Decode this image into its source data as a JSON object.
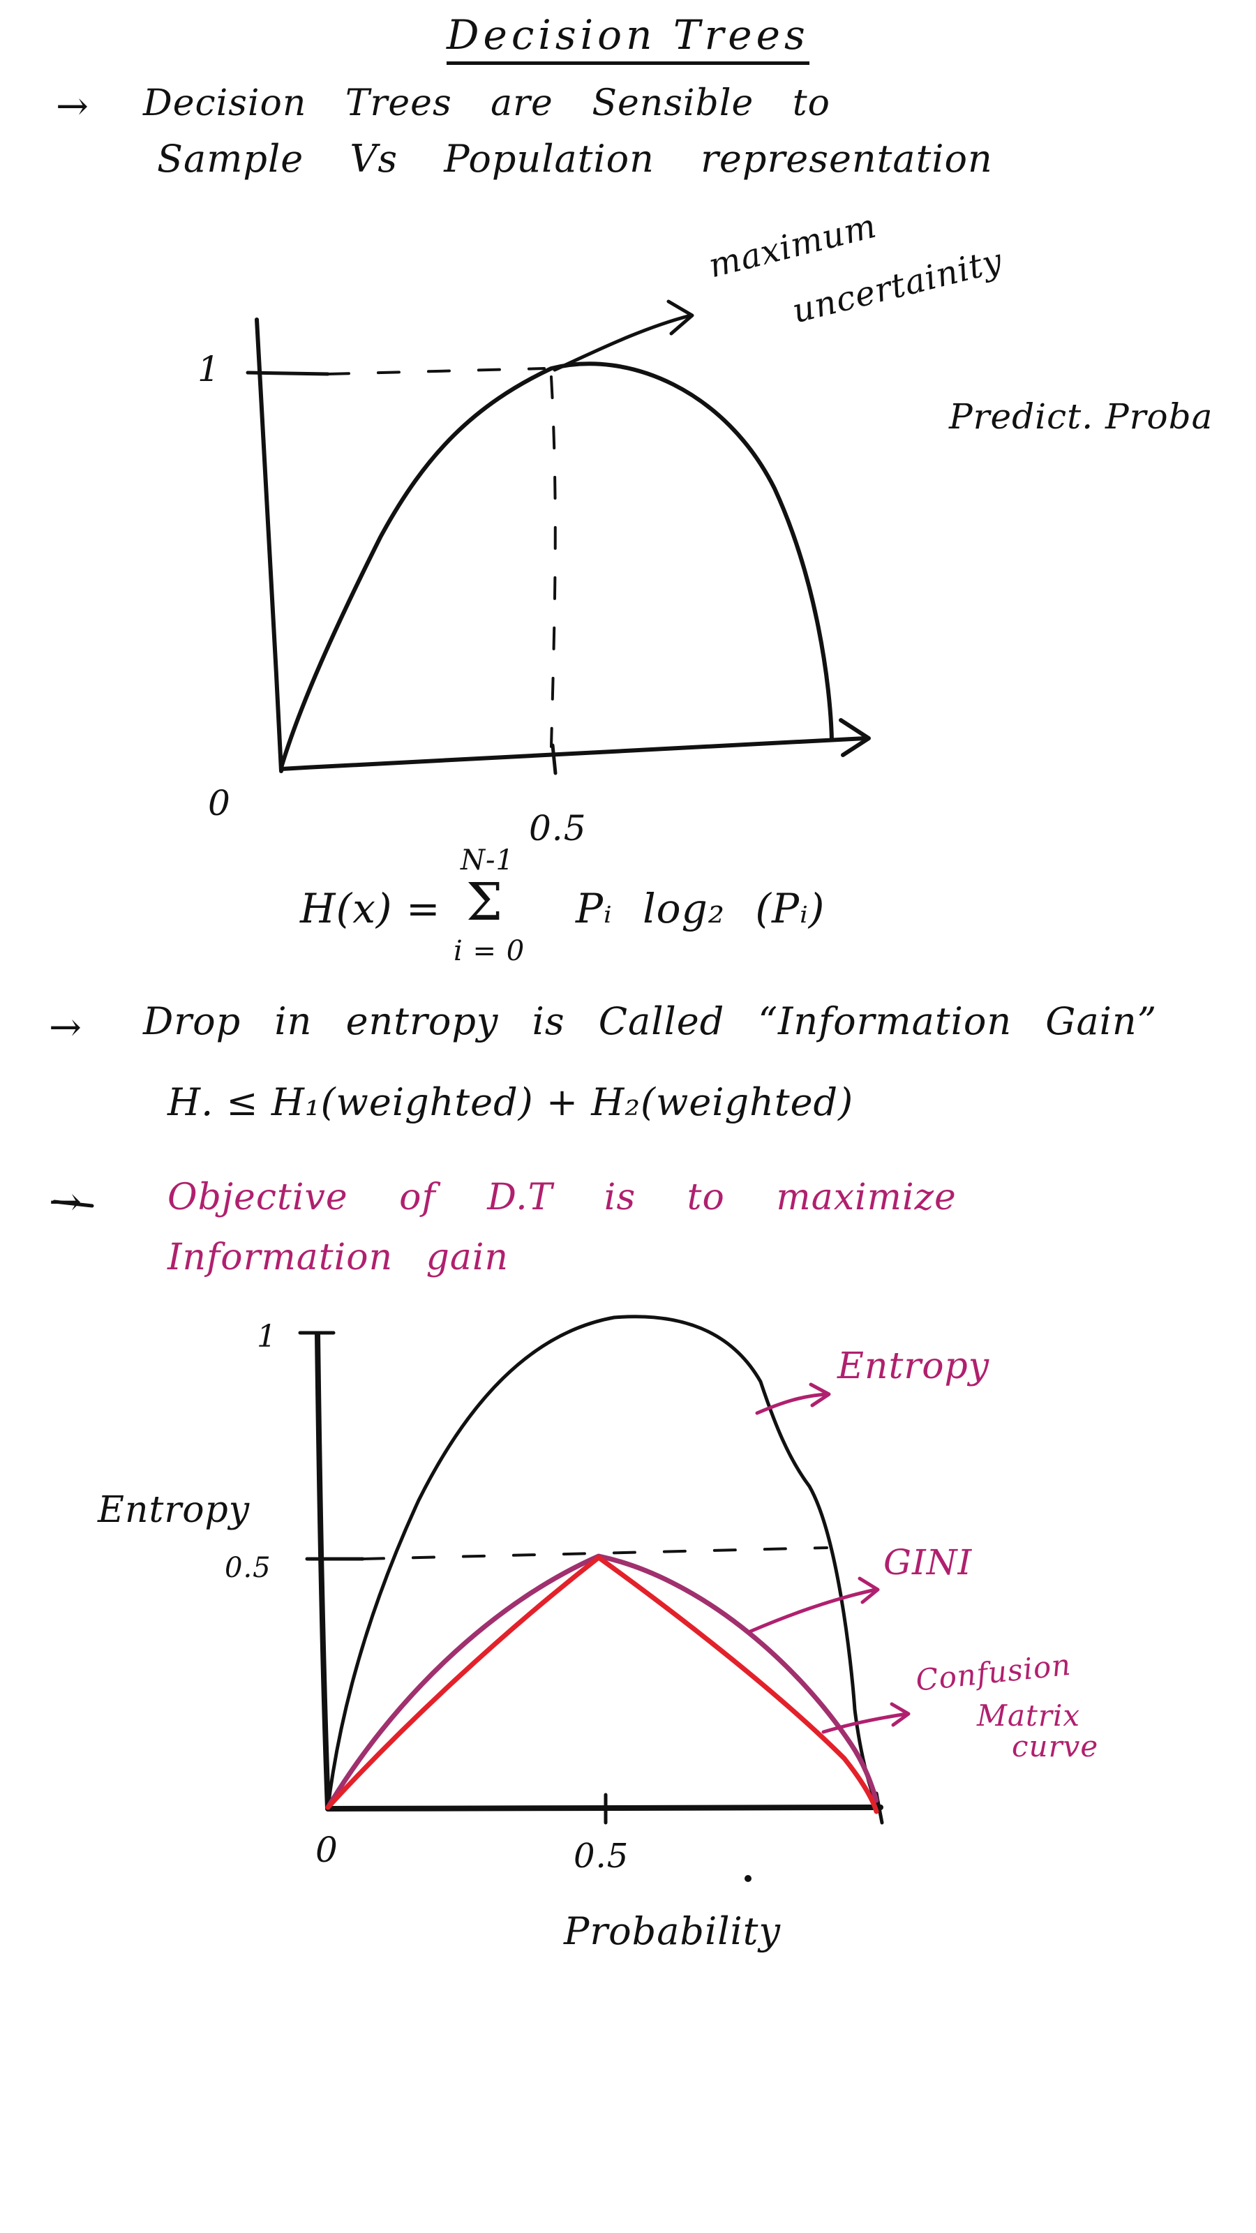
{
  "title": "Decision Trees",
  "bullet_1": {
    "arrow": "→",
    "line1": "Decision Trees are Sensible to",
    "line2": "Sample Vs Population representation"
  },
  "chart_1": {
    "y_tick": "1",
    "origin": "0",
    "x_tick": "0.5",
    "peak_annotation_line1": "maximum",
    "peak_annotation_line2": "uncertainity",
    "side_note": "Predict. Proba"
  },
  "formula": {
    "lhs": "H(x) =",
    "sigma": "Σ",
    "upper": "N-1",
    "lower": "i = 0",
    "body": "Pᵢ log₂ (Pᵢ)"
  },
  "bullet_2": {
    "arrow": "→",
    "line1": "Drop in entropy is Called “Information Gain”",
    "line2": "H. ≤ H₁(weighted) + H₂(weighted)"
  },
  "bullet_3": {
    "arrow": "→",
    "line1": "Objective of D.T is to maximize",
    "line2": "Information gain"
  },
  "chart_2": {
    "y_label": "Entropy",
    "x_label": "Probability",
    "y_tick_top": "1",
    "y_tick_mid": "0.5",
    "origin": "0",
    "x_tick": "0.5",
    "curve_labels": {
      "entropy": "Entropy",
      "gini": "GINI",
      "confusion_line1": "Confusion",
      "confusion_line2": "Matrix",
      "confusion_line3": "curve"
    },
    "colors": {
      "ink": "#111111",
      "annotation": "#b0206e",
      "gini_curve": "#a0306e",
      "confusion_curve": "#e3212a"
    }
  }
}
